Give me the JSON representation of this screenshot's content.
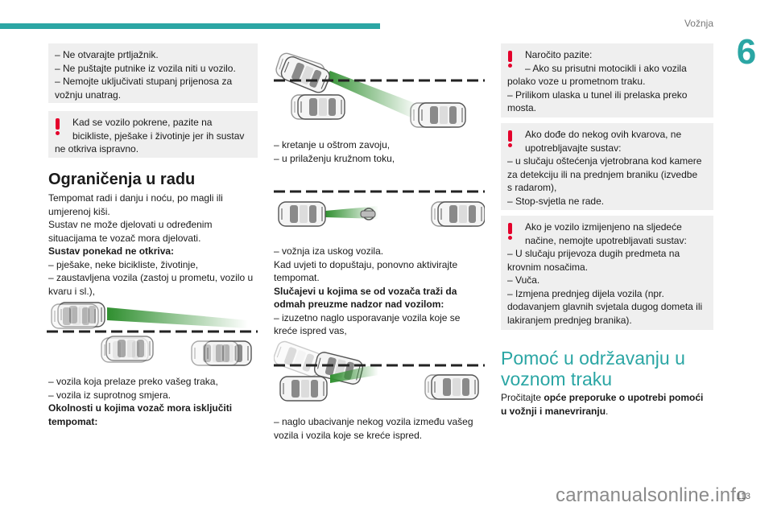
{
  "header": {
    "section_title": "Vožnja",
    "chapter_number": "6",
    "page_number": "113"
  },
  "watermark": "carmanualsonline.info",
  "col1": {
    "box1_lines": [
      "– Ne otvarajte prtljažnik.",
      "– Ne puštajte putnike iz vozila niti u vozilo.",
      "– Nemojte uključivati stupanj prijenosa za",
      "vožnju unatrag."
    ],
    "box2_lines": [
      "Kad se vozilo pokrene, pazite na",
      "bicikliste, pješake i životinje jer ih sustav",
      "ne otkriva ispravno."
    ],
    "heading": "Ograničenja u radu",
    "para_lines": [
      "Tempomat radi i danju i noću, po magli ili",
      "umjerenoj kiši.",
      "Sustav ne može djelovati u određenim",
      "situacijama te vozač mora djelovati."
    ],
    "subhead1": "Sustav ponekad ne otkriva:",
    "list1": [
      "– pješake, neke bicikliste, životinje,",
      "– zaustavljena vozila (zastoj u prometu, vozilo u",
      "kvaru i sl.),"
    ],
    "list2": [
      "– vozila koja prelaze preko vašeg traka,",
      "– vozila iz suprotnog smjera."
    ],
    "subhead2_lines": [
      "Okolnosti u kojima vozač mora isključiti",
      "tempomat:"
    ]
  },
  "col2": {
    "list1": [
      "– kretanje u oštrom zavoju,",
      "– u prilaženju kružnom toku,"
    ],
    "para_lines": [
      "– vožnja iza uskog vozila.",
      "Kad uvjeti to dopuštaju, ponovno aktivirajte",
      "tempomat."
    ],
    "subhead_lines": [
      "Slučajevi u kojima se od vozača traži da",
      "odmah preuzme nadzor nad vozilom:"
    ],
    "list2": [
      "– izuzetno naglo usporavanje vozila koje se",
      "kreće ispred vas,"
    ],
    "list3": [
      "– naglo ubacivanje nekog vozila između vašeg",
      "vozila i vozila koje se kreće ispred."
    ]
  },
  "col3": {
    "box1_lines": [
      "Naročito pazite:",
      "– Ako su prisutni motocikli i ako vozila",
      "polako voze u prometnom traku.",
      "– Prilikom ulaska u tunel ili prelaska preko",
      "mosta."
    ],
    "box2_lines": [
      "Ako dođe do nekog ovih kvarova, ne",
      "upotrebljavajte sustav:",
      "– u slučaju oštećenja vjetrobrana kod kamere",
      "za detekciju ili na prednjem braniku (izvedbe",
      "s radarom),",
      "– Stop-svjetla ne rade."
    ],
    "box3_lines": [
      "Ako je vozilo izmijenjeno na sljedeće",
      "načine, nemojte upotrebljavati sustav:",
      "– U slučaju prijevoza dugih predmeta na",
      "krovnim nosačima.",
      "– Vuča.",
      "– Izmjena prednjeg dijela vozila (npr.",
      "dodavanjem glavnih svjetala dugog dometa ili",
      "lakiranjem prednjeg branika)."
    ],
    "heading_lines": [
      "Pomoć u održavanju u",
      "voznom traku"
    ],
    "ref_prefix": "Pročitajte ",
    "ref_bold1": "opće preporuke o upotrebi pomoći",
    "ref_bold2": "u vožnji i manevriranju",
    "ref_suffix": "."
  },
  "colors": {
    "accent": "#2ba6a4",
    "warning": "#e4002b",
    "box_bg": "#efefef",
    "sensor_green": "#3a9a3a"
  },
  "icons": [
    "warning-exclamation-icon",
    "car-illustration-icon",
    "cyclist-illustration-icon"
  ]
}
